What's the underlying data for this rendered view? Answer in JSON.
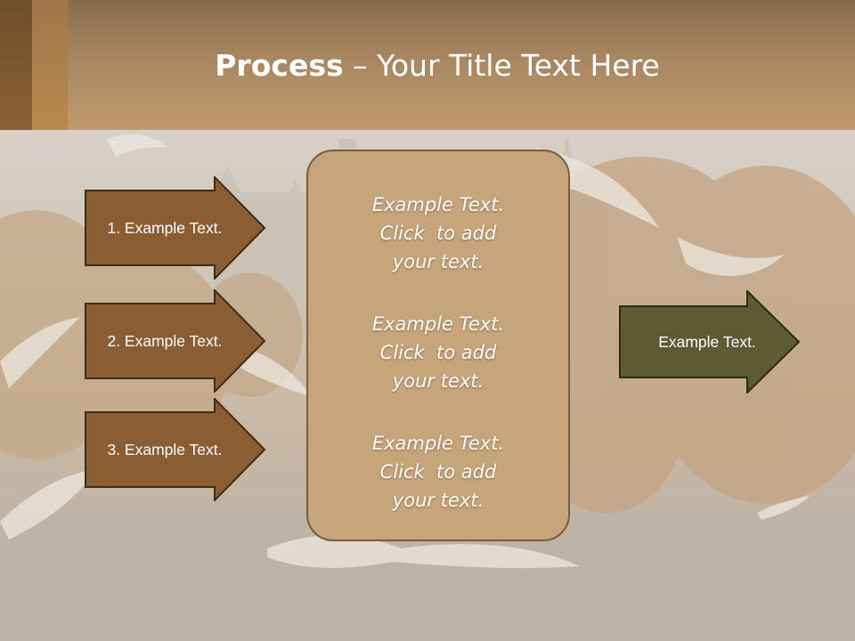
{
  "slide": {
    "title_bold": "Process",
    "title_rest": " – Your Title Text Here"
  },
  "arrows_left": [
    {
      "label": "1. Example Text."
    },
    {
      "label": "2. Example Text."
    },
    {
      "label": "3. Example Text."
    }
  ],
  "panel": {
    "blocks": [
      {
        "line1": "Example Text.",
        "line2": "Click  to add",
        "line3": "your text."
      },
      {
        "line1": "Example Text.",
        "line2": "Click  to add",
        "line3": "your text."
      },
      {
        "line1": "Example Text.",
        "line2": "Click  to add",
        "line3": "your text."
      }
    ]
  },
  "arrow_right": {
    "label": "Example Text."
  },
  "colors": {
    "left_arrow_fill": "#8b5d33",
    "right_arrow_fill": "#5d5b34",
    "panel_fill": "#c7a57b",
    "header_brown": "#a88660"
  },
  "background": {
    "description_icon": "birds-over-lake-photo"
  }
}
